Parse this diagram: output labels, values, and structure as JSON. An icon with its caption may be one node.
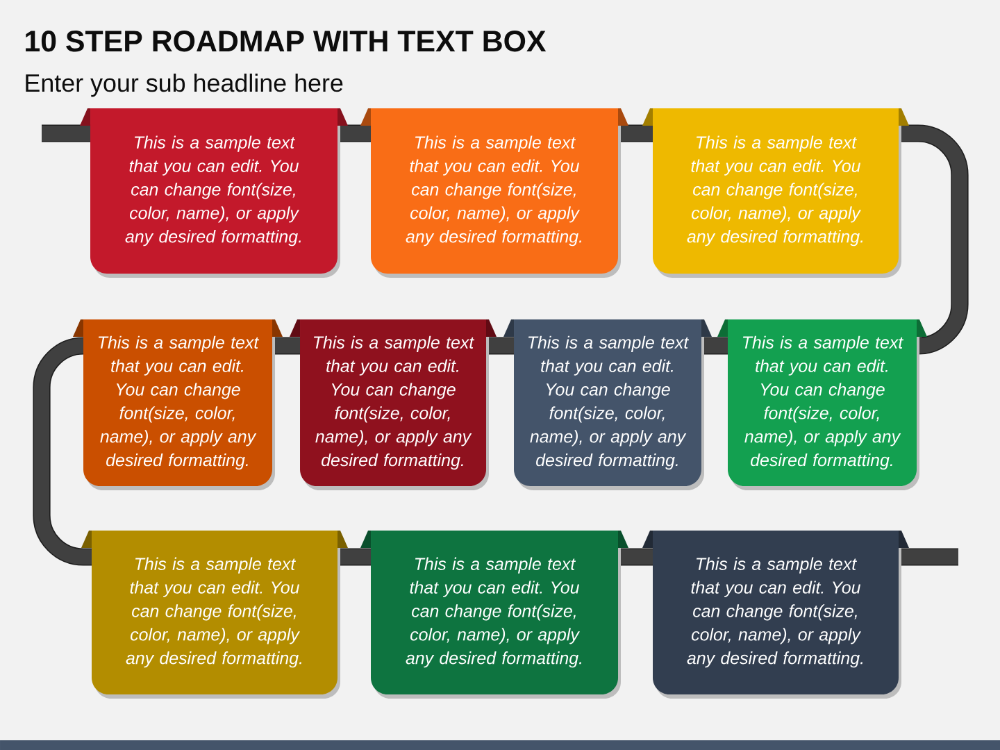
{
  "diagram": {
    "title": "10 STEP ROADMAP WITH TEXT BOX",
    "nodes": [
      {
        "text": [
          "This is a sample text that you can edit. You can change font(size, color, name), or apply any desired formatting."
        ]
      },
      {
        "text": [
          "This is a sample text that you can edit. You can change font(size, color, name), or apply any desired formatting."
        ]
      },
      {
        "text": [
          "This is a sample text that you can edit. You can change font(size, color, name), or apply any desired formatting."
        ]
      },
      {
        "text": [
          "This is a sample text that you can edit. You can change font(size, color, name), or apply any desired formatting."
        ]
      },
      {
        "text": [
          "This is a sample text that you can edit. You can change font(size, color, name), or apply any desired formatting."
        ]
      },
      {
        "text": [
          "This is a sample text that you can edit. You can change font(size, color, name), or apply any desired formatting."
        ]
      },
      {
        "text": [
          "This is a sample text that you can edit. You can change font(size, color, name), or apply any desired formatting."
        ]
      },
      {
        "text": [
          "This is a sample text that you can edit. You can change font(size, color, name), or apply any desired formatting."
        ]
      },
      {
        "text": [
          "This is a sample text that you can edit. You can change font(size, color, name), or apply any desired formatting."
        ]
      },
      {
        "text": [
          "This is a sample text that you can edit. You can change font(size, color, name), or apply any desired formatting."
        ]
      }
    ],
    "labels": [
      "Enter your sub headline here"
    ]
  }
}
